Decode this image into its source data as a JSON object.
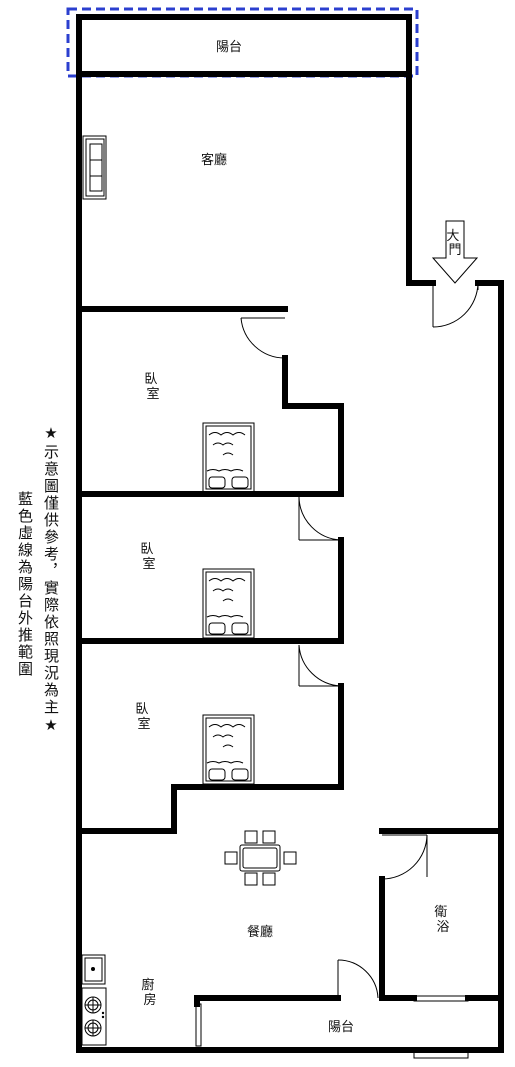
{
  "rooms": {
    "balcony_top": "陽台",
    "living_room": "客廳",
    "bedroom_1": "臥\n室",
    "bedroom_2": "臥\n室",
    "bedroom_3": "臥\n室",
    "dining_room": "餐廳",
    "bathroom": "衛\n浴",
    "kitchen": "廚\n房",
    "balcony_bottom": "陽台"
  },
  "entrance_label": "大\n門",
  "notes": {
    "disclaimer": "★示意圖僅供參考，實際依照現況為主★",
    "balcony_note": "藍色虛線為陽台外推範圍"
  },
  "colors": {
    "wall": "#000000",
    "dashed_outline": "#2b3fcf",
    "background": "#ffffff"
  }
}
